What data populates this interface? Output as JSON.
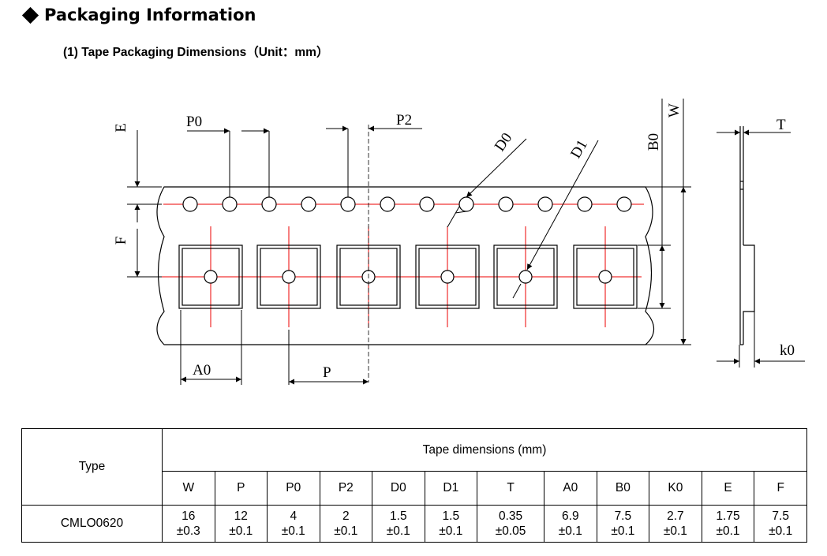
{
  "heading": "Packaging Information",
  "subheading": "(1) Tape Packaging Dimensions（Unit：mm）",
  "diagram_labels": {
    "E": "E",
    "F": "F",
    "P0": "P0",
    "P2": "P2",
    "D0": "D0",
    "D1": "D1",
    "B0": "B0",
    "W": "W",
    "T": "T",
    "k0": "k0",
    "A0": "A0",
    "P": "P"
  },
  "table": {
    "type_header": "Type",
    "group_header": "Tape dimensions (mm)",
    "columns": [
      "W",
      "P",
      "P0",
      "P2",
      "D0",
      "D1",
      "T",
      "A0",
      "B0",
      "K0",
      "E",
      "F"
    ],
    "rows": [
      {
        "type": "CMLO0620",
        "values": [
          "16",
          "12",
          "4",
          "2",
          "1.5",
          "1.5",
          "0.35",
          "6.9",
          "7.5",
          "2.7",
          "1.75",
          "7.5"
        ],
        "tolerances": [
          "±0.3",
          "±0.1",
          "±0.1",
          "±0.1",
          "±0.1",
          "±0.1",
          "±0.05",
          "±0.1",
          "±0.1",
          "±0.1",
          "±0.1",
          "±0.1"
        ]
      }
    ]
  }
}
